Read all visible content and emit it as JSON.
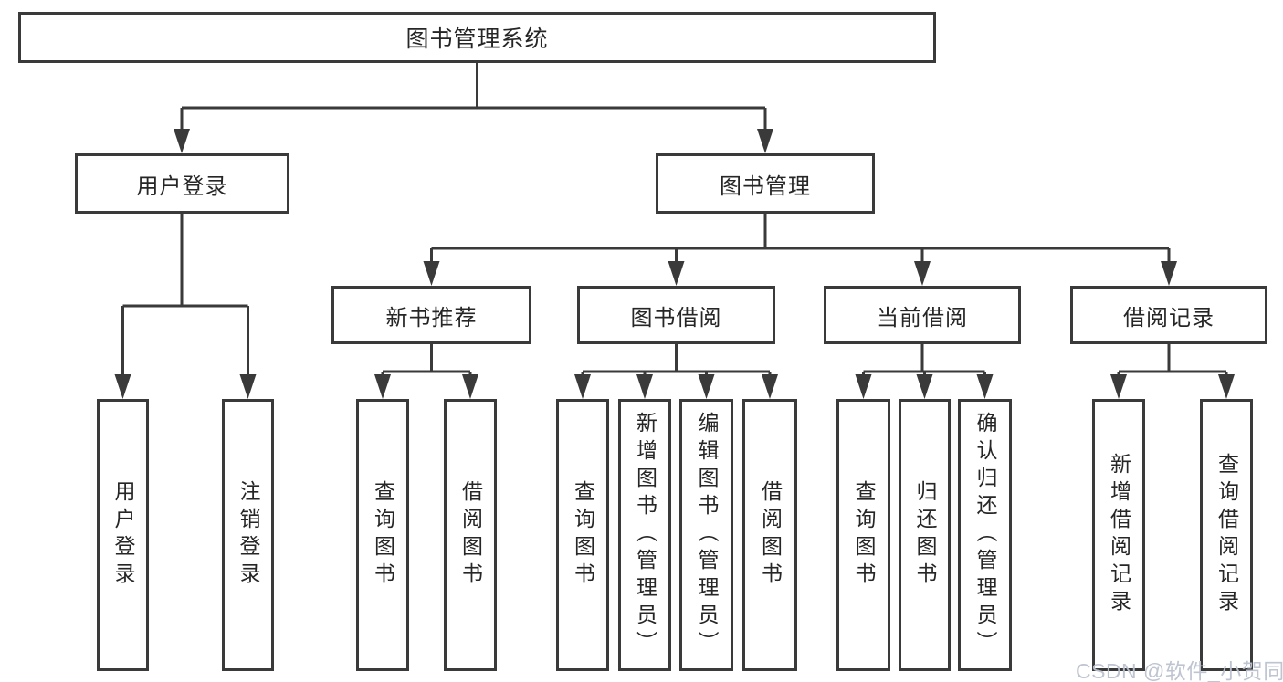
{
  "diagram": {
    "type": "hierarchy-chart",
    "root": {
      "label": "图书管理系统"
    },
    "userLogin": {
      "label": "用户登录",
      "children": [
        {
          "label": "用户登录"
        },
        {
          "label": "注销登录"
        }
      ]
    },
    "bookManagement": {
      "label": "图书管理",
      "children": [
        {
          "label": "新书推荐",
          "children": [
            {
              "label": "查询图书"
            },
            {
              "label": "借阅图书"
            }
          ]
        },
        {
          "label": "图书借阅",
          "children": [
            {
              "label": "查询图书"
            },
            {
              "label": "新增图书（管理员）"
            },
            {
              "label": "编辑图书（管理员）"
            },
            {
              "label": "借阅图书"
            }
          ]
        },
        {
          "label": "当前借阅",
          "children": [
            {
              "label": "查询图书"
            },
            {
              "label": "归还图书"
            },
            {
              "label": "确认归还（管理员）"
            }
          ]
        },
        {
          "label": "借阅记录",
          "children": [
            {
              "label": "新增借阅记录"
            },
            {
              "label": "查询借阅记录"
            }
          ]
        }
      ]
    },
    "colors": {
      "line": "#3a3a3a",
      "text": "#262626",
      "box_background": "#ffffff"
    }
  },
  "watermark": {
    "text": "CSDN @软件_小贺同学",
    "color": "#bac1cd"
  }
}
